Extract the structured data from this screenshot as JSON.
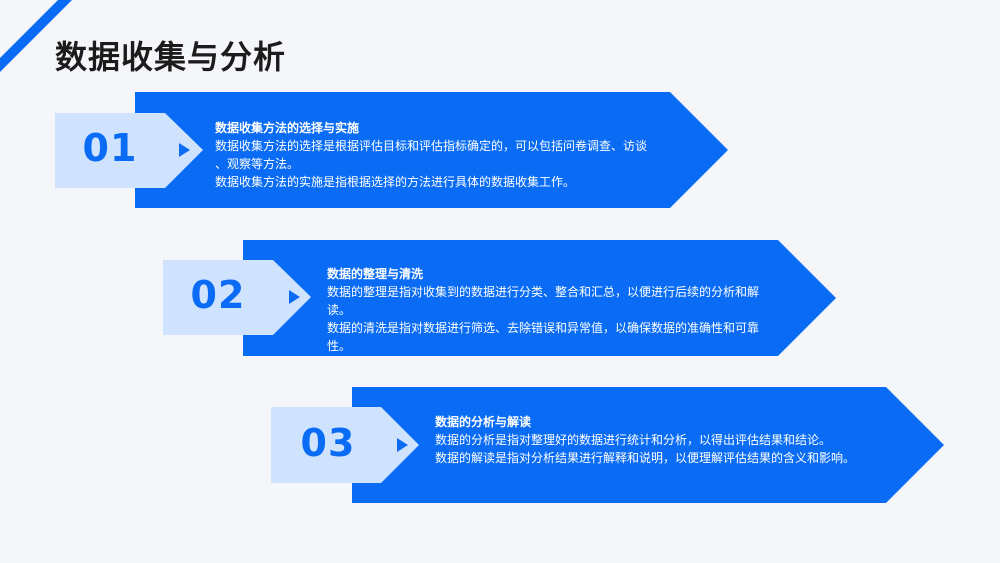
{
  "slide": {
    "title": "数据收集与分析"
  },
  "colors": {
    "accent": "#0a6cf5",
    "number_box": "#cfe3ff",
    "background": "#f4f6fa"
  },
  "steps": [
    {
      "number": "01",
      "heading": "数据收集方法的选择与实施",
      "lines": [
        "数据收集方法的选择是根据评估目标和评估指标确定的，可以包括问卷调查、访谈",
        "、观察等方法。",
        "数据收集方法的实施是指根据选择的方法进行具体的数据收集工作。"
      ]
    },
    {
      "number": "02",
      "heading": "数据的整理与清洗",
      "lines": [
        "数据的整理是指对收集到的数据进行分类、整合和汇总，以便进行后续的分析和解",
        "读。",
        "数据的清洗是指对数据进行筛选、去除错误和异常值，以确保数据的准确性和可靠",
        "性。"
      ]
    },
    {
      "number": "03",
      "heading": "数据的分析与解读",
      "lines": [
        "数据的分析是指对整理好的数据进行统计和分析，以得出评估结果和结论。",
        "数据的解读是指对分析结果进行解释和说明，以便理解评估结果的含义和影响。"
      ]
    }
  ]
}
